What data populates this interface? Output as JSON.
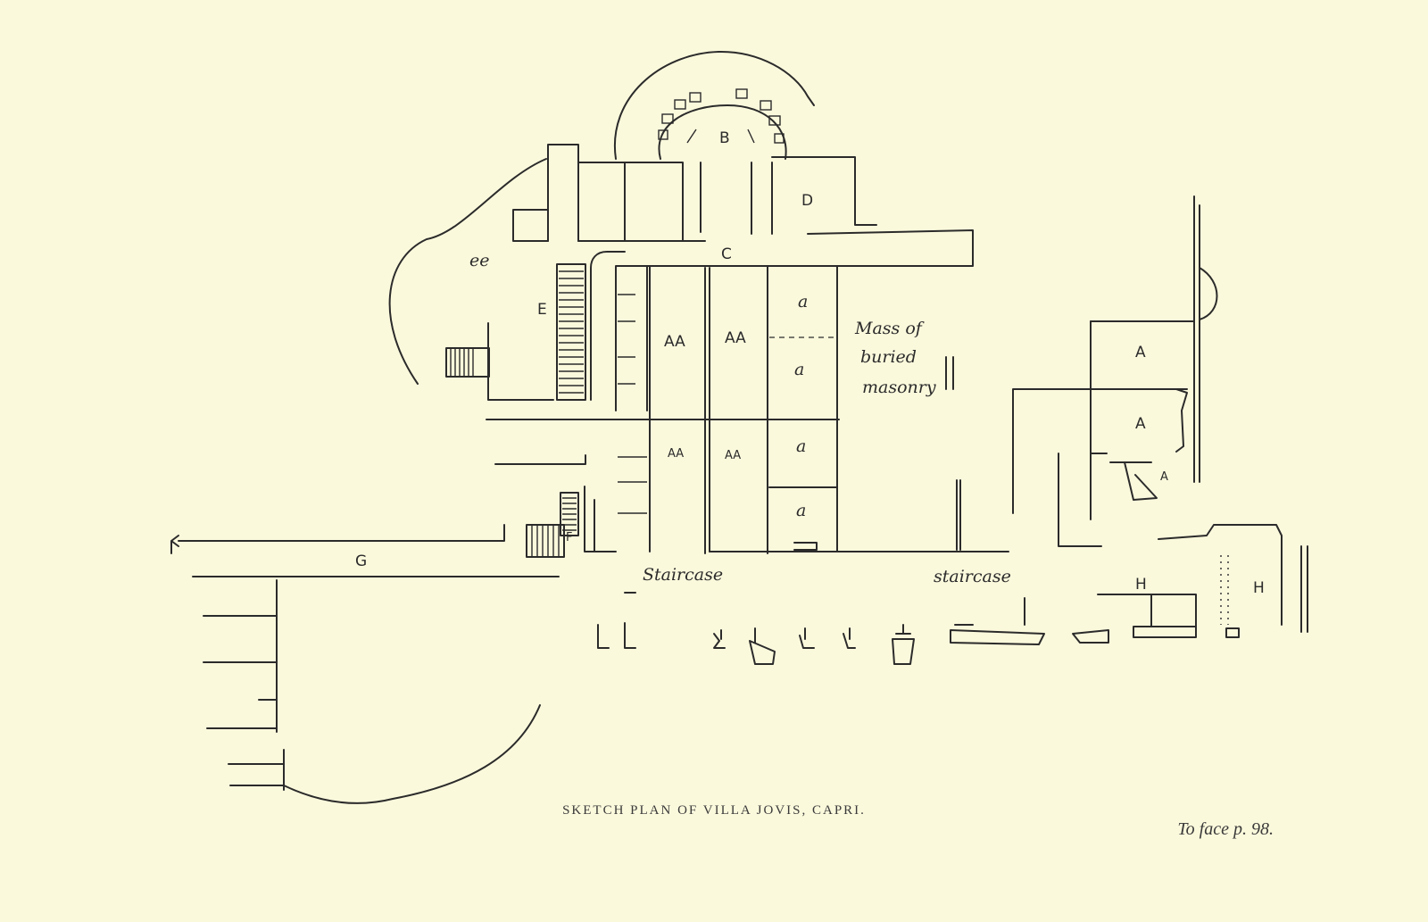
{
  "plan": {
    "labels": {
      "B": "B",
      "C": "C",
      "D": "D",
      "E": "E",
      "ee": "ee",
      "F": "F",
      "G": "G",
      "AA1": "AA",
      "AA2": "AA",
      "AA3": "AA",
      "AA4": "AA",
      "a1": "a",
      "a2": "a",
      "a3": "a",
      "a4": "a",
      "A1": "A",
      "A2": "A",
      "A3": "A",
      "H1": "H",
      "H2": "H",
      "staircase1": "Staircase",
      "staircase2": "staircase",
      "mass1": "Mass of",
      "mass2": "buried",
      "mass3": "masonry"
    }
  },
  "caption": "SKETCH PLAN OF VILLA JOVIS, CAPRI.",
  "page_ref": "To face p. 98."
}
